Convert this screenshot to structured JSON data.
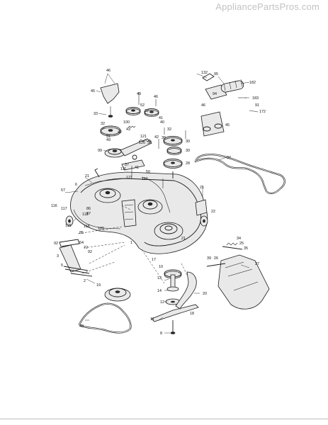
{
  "watermark": "AppliancePartsPros.com",
  "callouts": [
    {
      "id": "46a",
      "text": "46"
    },
    {
      "id": "45a",
      "text": "45"
    },
    {
      "id": "33",
      "text": "33"
    },
    {
      "id": "49a",
      "text": "49"
    },
    {
      "id": "52",
      "text": "52"
    },
    {
      "id": "46b",
      "text": "46"
    },
    {
      "id": "37a",
      "text": "37"
    },
    {
      "id": "41a",
      "text": "41"
    },
    {
      "id": "40a",
      "text": "40"
    },
    {
      "id": "32a",
      "text": "32"
    },
    {
      "id": "100",
      "text": "100"
    },
    {
      "id": "43",
      "text": "43"
    },
    {
      "id": "42a",
      "text": "42"
    },
    {
      "id": "31",
      "text": "31"
    },
    {
      "id": "49b",
      "text": "49"
    },
    {
      "id": "99",
      "text": "99"
    },
    {
      "id": "121a",
      "text": "121"
    },
    {
      "id": "42b",
      "text": "42"
    },
    {
      "id": "120",
      "text": "120"
    },
    {
      "id": "36",
      "text": "36"
    },
    {
      "id": "32b",
      "text": "32"
    },
    {
      "id": "38",
      "text": "38"
    },
    {
      "id": "30a",
      "text": "30"
    },
    {
      "id": "30b",
      "text": "30"
    },
    {
      "id": "28",
      "text": "28"
    },
    {
      "id": "37b",
      "text": "37"
    },
    {
      "id": "41b",
      "text": "41"
    },
    {
      "id": "50",
      "text": "50"
    },
    {
      "id": "111",
      "text": "111"
    },
    {
      "id": "121b",
      "text": "121"
    },
    {
      "id": "110",
      "text": "110"
    },
    {
      "id": "21a",
      "text": "21"
    },
    {
      "id": "132",
      "text": "132"
    },
    {
      "id": "95",
      "text": "95"
    },
    {
      "id": "182",
      "text": "182"
    },
    {
      "id": "94",
      "text": "94"
    },
    {
      "id": "183",
      "text": "183"
    },
    {
      "id": "46c",
      "text": "46"
    },
    {
      "id": "45b",
      "text": "45"
    },
    {
      "id": "91",
      "text": "91"
    },
    {
      "id": "172",
      "text": "172"
    },
    {
      "id": "37c",
      "text": "37"
    },
    {
      "id": "57",
      "text": "57"
    },
    {
      "id": "6",
      "text": "6"
    },
    {
      "id": "116",
      "text": "116"
    },
    {
      "id": "117",
      "text": "117"
    },
    {
      "id": "86",
      "text": "86"
    },
    {
      "id": "87",
      "text": "87"
    },
    {
      "id": "113",
      "text": "113"
    },
    {
      "id": "115",
      "text": "115"
    },
    {
      "id": "118",
      "text": "118"
    },
    {
      "id": "109",
      "text": "109"
    },
    {
      "id": "85",
      "text": "85"
    },
    {
      "id": "1",
      "text": "1"
    },
    {
      "id": "21b",
      "text": "21"
    },
    {
      "id": "21c",
      "text": "21"
    },
    {
      "id": "92a",
      "text": "92"
    },
    {
      "id": "54",
      "text": "54"
    },
    {
      "id": "72",
      "text": "72"
    },
    {
      "id": "92b",
      "text": "92"
    },
    {
      "id": "3",
      "text": "3"
    },
    {
      "id": "5",
      "text": "5"
    },
    {
      "id": "2",
      "text": "2"
    },
    {
      "id": "19",
      "text": "19"
    },
    {
      "id": "48",
      "text": "48"
    },
    {
      "id": "34",
      "text": "34"
    },
    {
      "id": "25",
      "text": "25"
    },
    {
      "id": "35",
      "text": "35"
    },
    {
      "id": "39",
      "text": "39"
    },
    {
      "id": "26",
      "text": "26"
    },
    {
      "id": "27",
      "text": "27"
    },
    {
      "id": "17",
      "text": "17"
    },
    {
      "id": "10",
      "text": "10"
    },
    {
      "id": "13",
      "text": "13"
    },
    {
      "id": "14",
      "text": "14"
    },
    {
      "id": "12",
      "text": "12"
    },
    {
      "id": "20",
      "text": "20"
    },
    {
      "id": "18",
      "text": "18"
    },
    {
      "id": "11",
      "text": "11"
    },
    {
      "id": "8",
      "text": "8"
    },
    {
      "id": "22",
      "text": "22"
    }
  ]
}
